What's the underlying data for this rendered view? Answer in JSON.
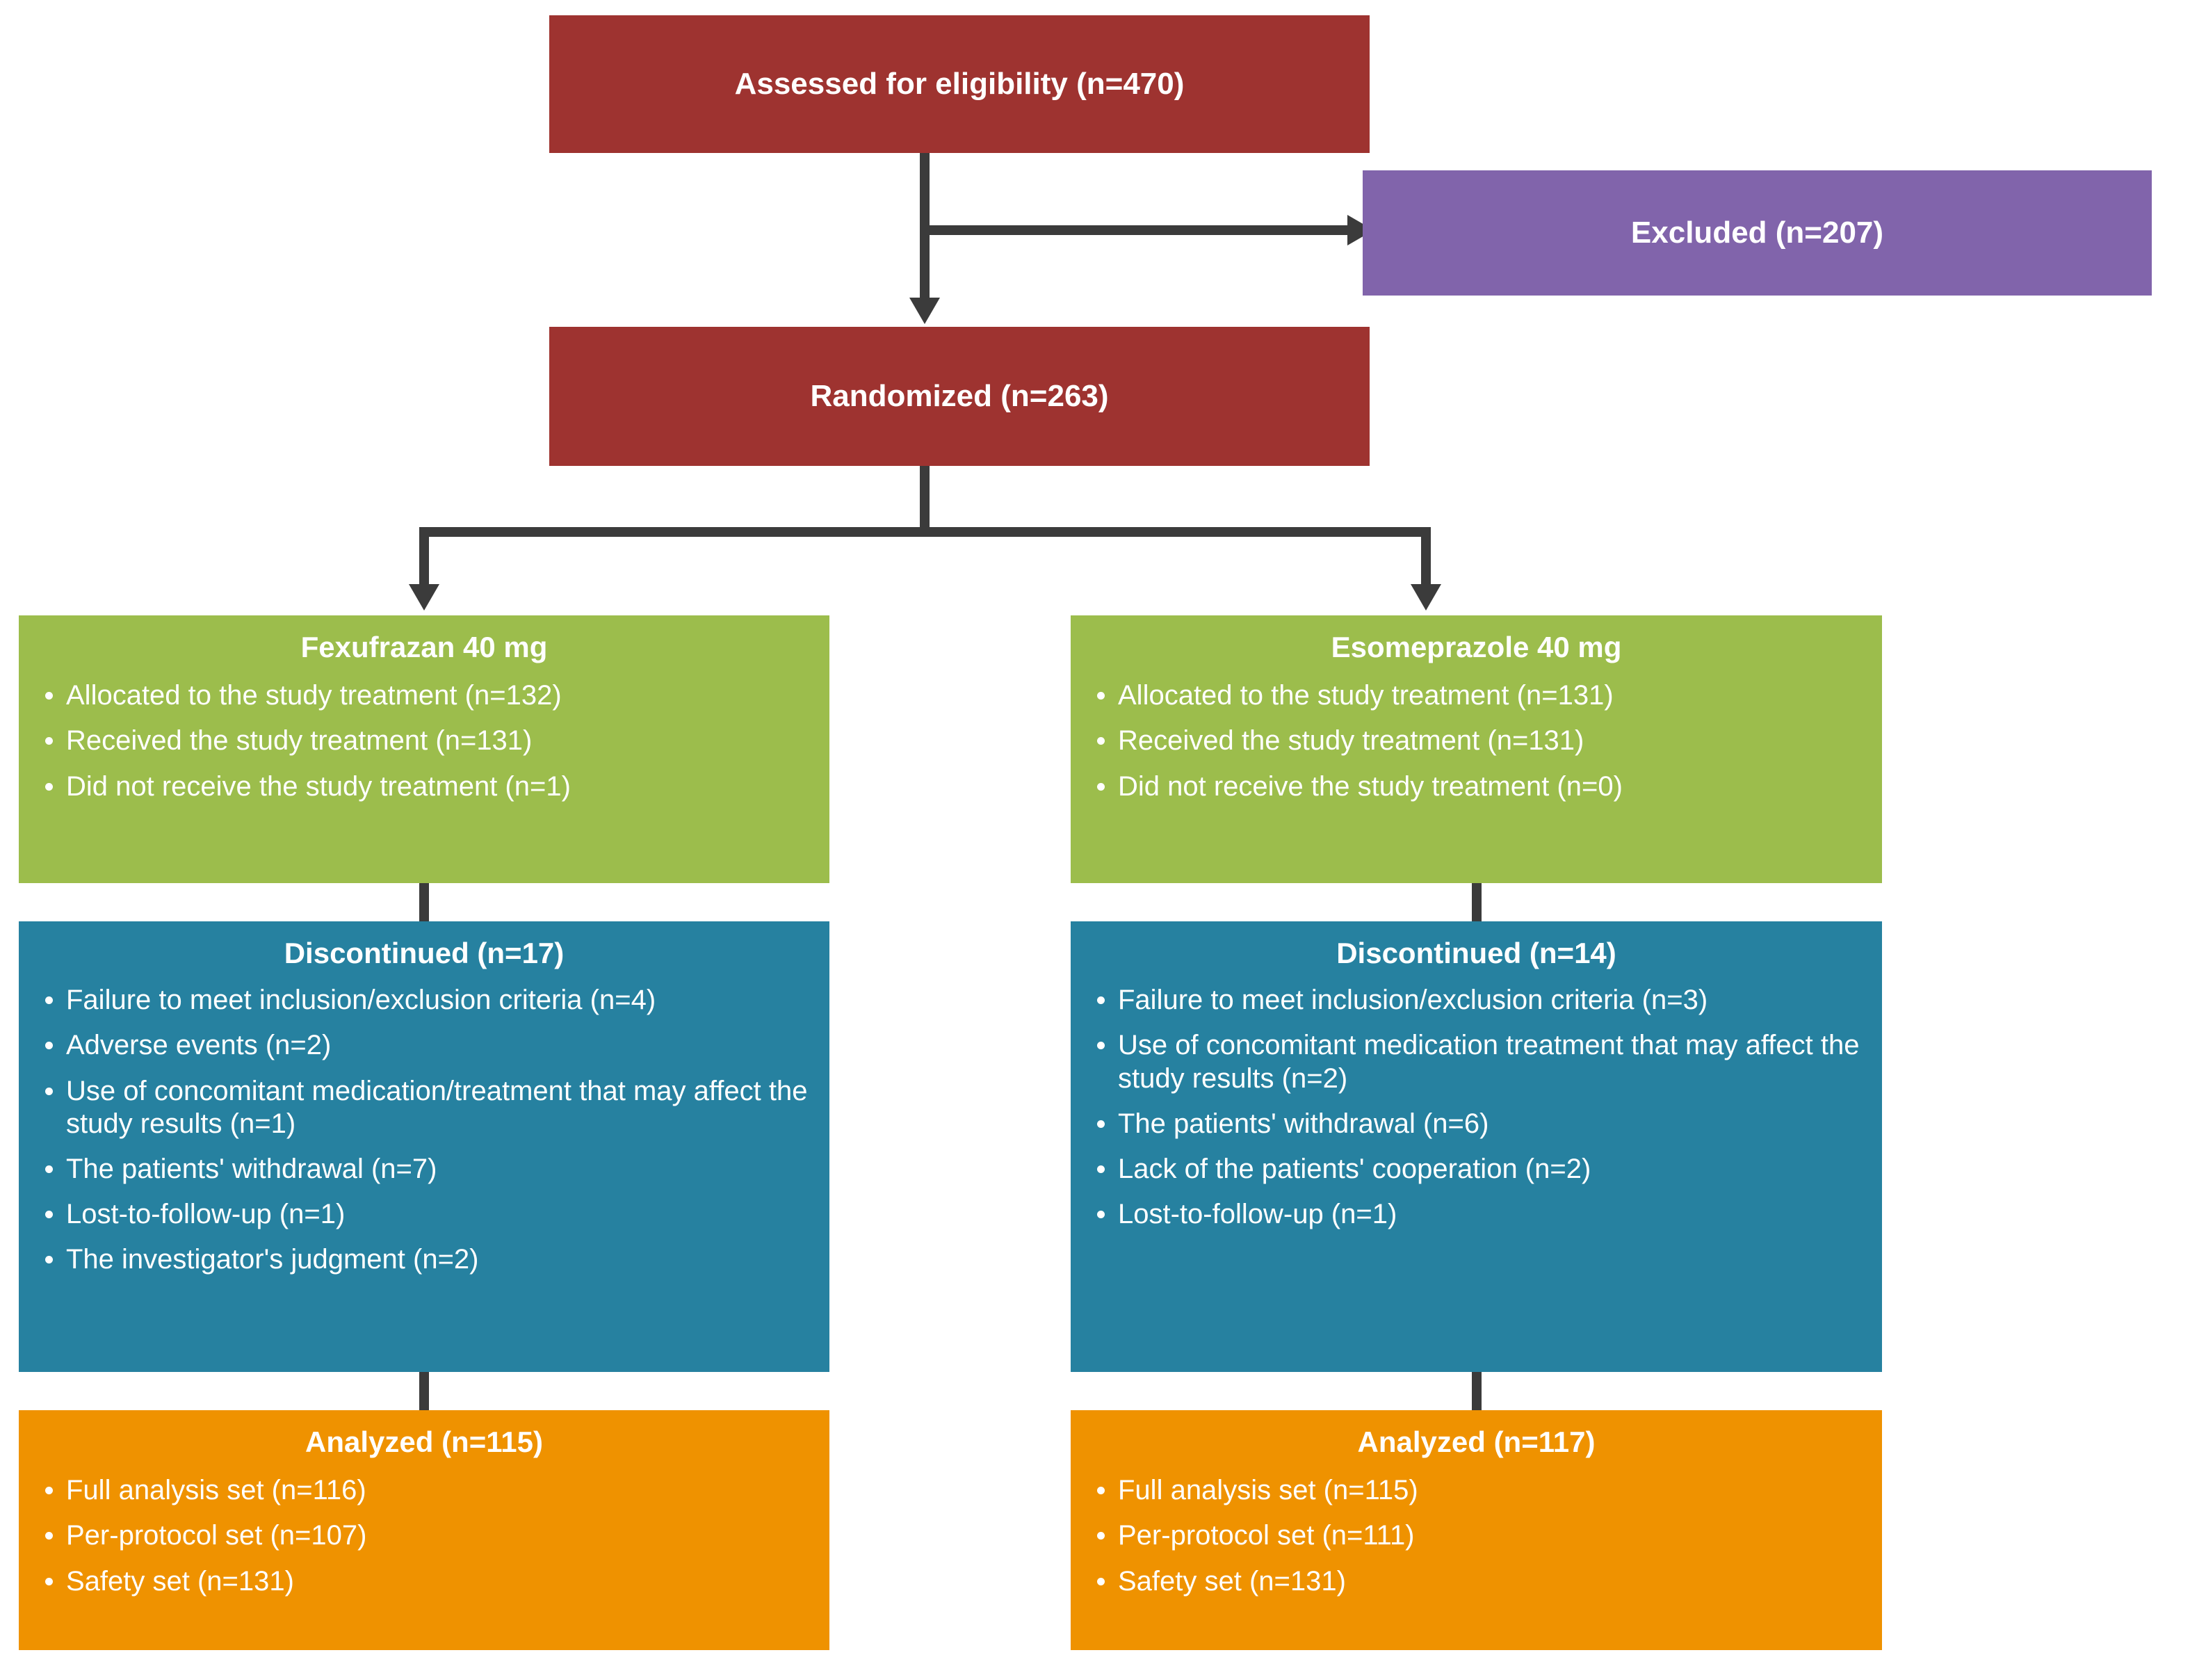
{
  "diagram": {
    "type": "consort-flow-diagram",
    "colors": {
      "enrollment": "#9e3330",
      "excluded": "#8164ab",
      "allocation": "#9cbd4c",
      "followup": "#2681a0",
      "analysis": "#ef9200",
      "connector": "#3b3b3b",
      "text": "#ffffff",
      "background": "#ffffff"
    },
    "nodes": {
      "assessed": {
        "title": "Assessed for eligibility (n=470)"
      },
      "excluded": {
        "title": "Excluded (n=207)"
      },
      "randomized": {
        "title": "Randomized (n=263)"
      },
      "left_allocation": {
        "title": "Fexufrazan 40 mg",
        "items": [
          "Allocated to the study treatment (n=132)",
          "Received the study treatment (n=131)",
          "Did not receive the study treatment (n=1)"
        ]
      },
      "right_allocation": {
        "title": "Esomeprazole 40 mg",
        "items": [
          "Allocated to the study treatment (n=131)",
          "Received the study treatment (n=131)",
          "Did not receive the study treatment (n=0)"
        ]
      },
      "left_discontinued": {
        "title": "Discontinued (n=17)",
        "items": [
          "Failure to meet inclusion/exclusion criteria (n=4)",
          "Adverse events (n=2)",
          "Use of concomitant medication/treatment that may affect the study results (n=1)",
          "The patients' withdrawal (n=7)",
          "Lost-to-follow-up (n=1)",
          "The investigator's judgment (n=2)"
        ]
      },
      "right_discontinued": {
        "title": "Discontinued (n=14)",
        "items": [
          "Failure to meet inclusion/exclusion criteria (n=3)",
          "Use of concomitant medication treatment that may affect the study results (n=2)",
          "The patients' withdrawal (n=6)",
          "Lack of the patients' cooperation (n=2)",
          "Lost-to-follow-up (n=1)"
        ]
      },
      "left_analyzed": {
        "title": "Analyzed (n=115)",
        "items": [
          "Full analysis set (n=116)",
          "Per-protocol set (n=107)",
          "Safety set (n=131)"
        ]
      },
      "right_analyzed": {
        "title": "Analyzed (n=117)",
        "items": [
          "Full analysis set (n=115)",
          "Per-protocol set (n=111)",
          "Safety set (n=131)"
        ]
      }
    }
  }
}
